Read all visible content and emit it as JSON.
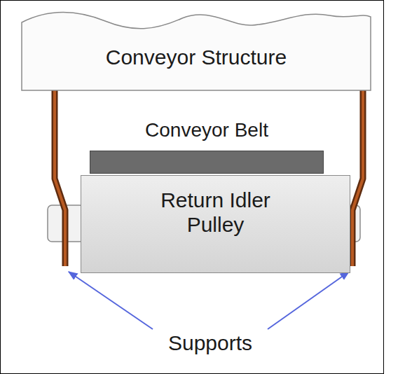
{
  "diagram": {
    "nodes": [
      {
        "text": [
          "Conveyor Structure"
        ]
      },
      {
        "text": [
          "Conveyor Belt"
        ]
      },
      {
        "text": [
          "Return Idler Pulley"
        ]
      }
    ],
    "labels": [
      "Supports"
    ]
  }
}
